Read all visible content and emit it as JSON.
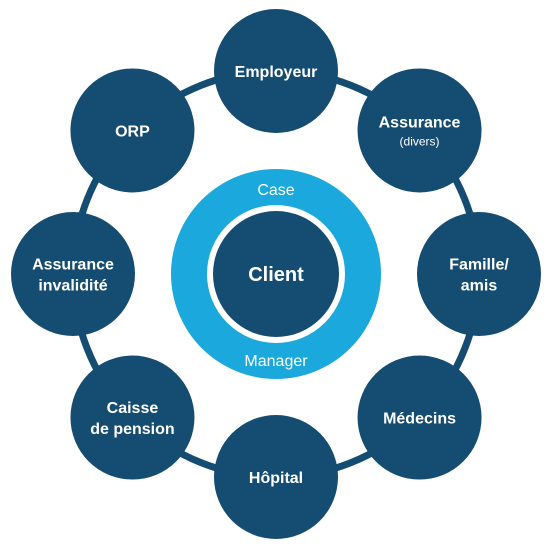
{
  "diagram": {
    "center": {
      "label": "Client"
    },
    "ring": {
      "top_label": "Case",
      "bottom_label": "Manager"
    },
    "nodes": [
      {
        "lines": [
          "Employeur"
        ],
        "sub": ""
      },
      {
        "lines": [
          "Assurance"
        ],
        "sub": "(divers)"
      },
      {
        "lines": [
          "Famille/",
          "amis"
        ],
        "sub": ""
      },
      {
        "lines": [
          "Médecins"
        ],
        "sub": ""
      },
      {
        "lines": [
          "Hôpital"
        ],
        "sub": ""
      },
      {
        "lines": [
          "Caisse",
          "de pension"
        ],
        "sub": ""
      },
      {
        "lines": [
          "Assurance",
          "invalidité"
        ],
        "sub": ""
      },
      {
        "lines": [
          "ORP"
        ],
        "sub": ""
      }
    ]
  },
  "colors": {
    "node": "#154d72",
    "ring": "#1ba9dd",
    "connector": "#154d72",
    "text": "#ffffff"
  }
}
